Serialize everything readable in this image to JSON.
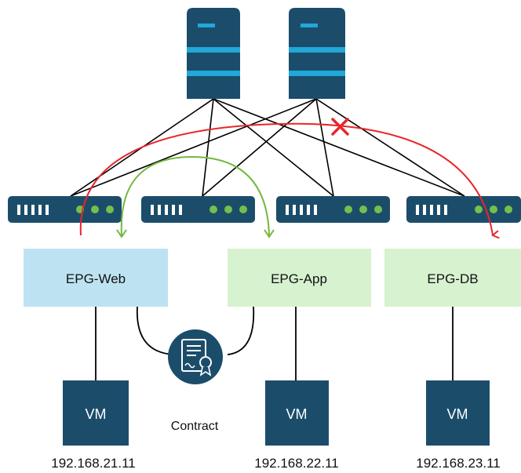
{
  "epgs": {
    "web": {
      "label": "EPG-Web",
      "color": "#bde3f2"
    },
    "app": {
      "label": "EPG-App",
      "color": "#d6f2cf"
    },
    "db": {
      "label": "EPG-DB",
      "color": "#d6f2cf"
    }
  },
  "vm_label": "VM",
  "ips": {
    "web": "192.168.21.11",
    "app": "192.168.22.11",
    "db": "192.168.23.11"
  },
  "contract": {
    "label": "Contract",
    "icon": "contract-document-icon"
  },
  "colors": {
    "spine_dark": "#1b4d6b",
    "spine_light": "#21a7d8",
    "leaf_dark": "#1b4d6b",
    "leaf_dot": "#73c04b",
    "vm_box": "#1b4d6b",
    "blocked_flow": "#e8262b",
    "allowed_flow": "#72b83f",
    "links": "#000000"
  },
  "flows": {
    "blocked": {
      "from": "EPG-Web",
      "to": "EPG-DB",
      "status": "blocked"
    },
    "allowed": {
      "from": "EPG-Web",
      "to": "EPG-App",
      "status": "allowed"
    }
  }
}
